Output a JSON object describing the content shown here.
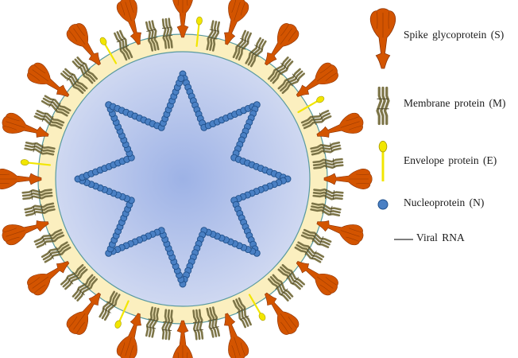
{
  "diagram": {
    "colors": {
      "spike": "#d35400",
      "spike_dark": "#8a3200",
      "membrane": "#7d7548",
      "membrane_dark": "#4d4728",
      "envelope": "#f2e600",
      "envelope_dark": "#a89a00",
      "nucleo": "#4a80c4",
      "nucleo_dark": "#1f4f8a",
      "lipid": "#fbefbf",
      "interior_center": "#9db2e6",
      "interior_edge": "#cfd8f1",
      "rna": "#1a3a60"
    },
    "legend": [
      {
        "key": "spike",
        "label": "Spike glycoprotein (S)",
        "icon": "spike-icon"
      },
      {
        "key": "membrane",
        "label": "Membrane protein (M)",
        "icon": "membrane-protein-icon"
      },
      {
        "key": "envelope",
        "label": "Envelope protein (E)",
        "icon": "envelope-protein-icon"
      },
      {
        "key": "nucleo",
        "label": "Nucleoprotein (N)",
        "icon": "nucleoprotein-icon"
      },
      {
        "key": "rna",
        "label": "Viral RNA",
        "icon": "rna-line-icon"
      }
    ]
  }
}
